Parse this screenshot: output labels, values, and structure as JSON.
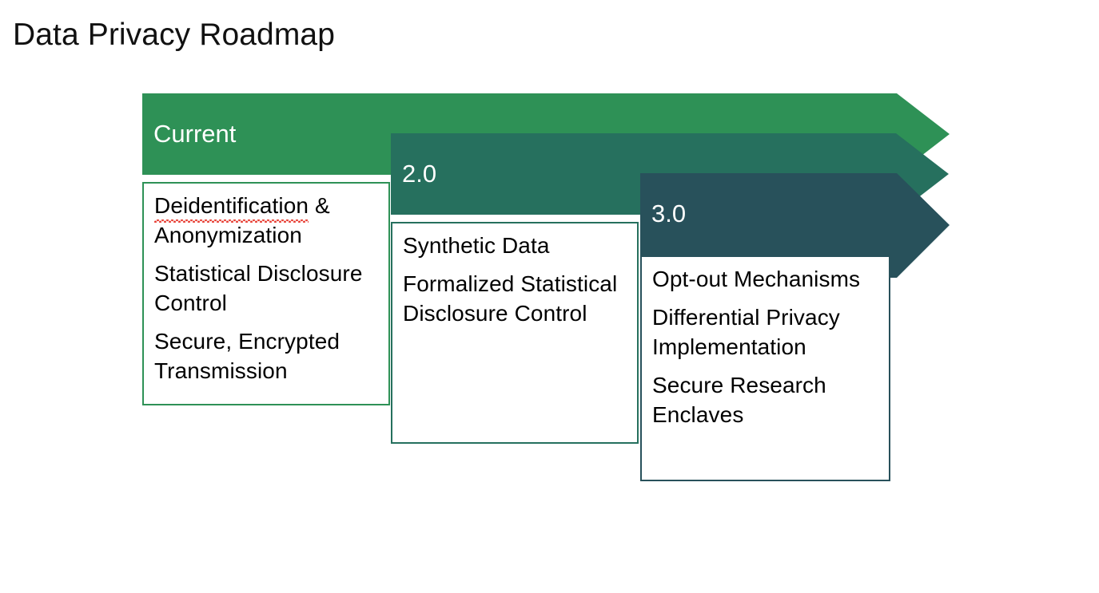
{
  "slide": {
    "title": "Data Privacy Roadmap",
    "background": "#ffffff"
  },
  "diagram": {
    "type": "chevron-process-roadmap",
    "orientation": "horizontal-staggered",
    "stage_count": 3,
    "stages": [
      {
        "label": "Current",
        "header_color": "#2e9156",
        "border_color": "#2e9156",
        "label_color": "#ffffff",
        "items": [
          "Deidentification & Anonymization",
          "Statistical Disclosure Control",
          "Secure, Encrypted Transmission"
        ],
        "misspelled_word": "Deidentification"
      },
      {
        "label": "2.0",
        "header_color": "#26705e",
        "border_color": "#26705e",
        "label_color": "#ffffff",
        "items": [
          "Synthetic Data",
          "Formalized Statistical Disclosure Control"
        ]
      },
      {
        "label": "3.0",
        "header_color": "#28515b",
        "border_color": "#28515b",
        "label_color": "#ffffff",
        "items": [
          "Opt-out Mechanisms",
          "Differential Privacy Implementation",
          "Secure Research Enclaves"
        ]
      }
    ]
  }
}
